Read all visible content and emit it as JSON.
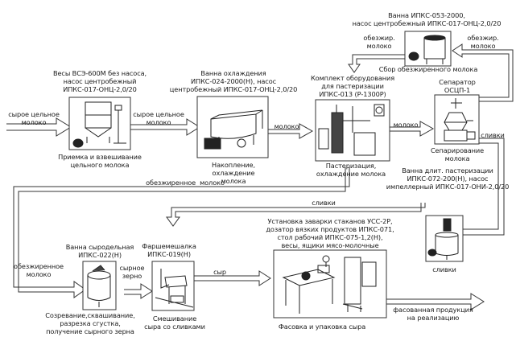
{
  "diagram": {
    "colors": {
      "line": "#333333",
      "arrow_fill": "#ffffff",
      "background": "#ffffff"
    },
    "stations": [
      {
        "id": "reception",
        "equipment": [
          "Весы ВСЭ-600М без насоса,",
          "насос центробежный",
          "ИПКС-017-ОНЦ-2,0/20"
        ],
        "process": [
          "Приемка и взвешивание",
          "цельного молока"
        ],
        "icon": "scale-tank-icon"
      },
      {
        "id": "cooling",
        "equipment": [
          "Ванна охлаждения",
          "ИПКС-024-2000(Н), насос",
          "центробежный ИПКС-017-ОНЦ-2,0/20"
        ],
        "process": [
          "Накопление,",
          "охлаждение",
          "молока"
        ],
        "icon": "cooling-bath-icon"
      },
      {
        "id": "pasteurization",
        "equipment": [
          "Комплект оборудования",
          "для пастеризации",
          "ИПКС-013 (Р-1300Р)"
        ],
        "process": [
          "Пастеризация,",
          "охлаждение молока"
        ],
        "icon": "pasteurizer-icon"
      },
      {
        "id": "separator",
        "equipment": [
          "Сепаратор",
          "ОСЦП-1"
        ],
        "process": [
          "Сепарирование",
          "молока"
        ],
        "icon": "separator-icon"
      },
      {
        "id": "skim-collection",
        "equipment": [
          "Ванна ИПКС-053-2000,",
          "насос центробежный ИПКС-017-ОНЦ-2,0/20"
        ],
        "process": [
          "Сбор обезжиренного молока"
        ],
        "icon": "storage-tank-icon"
      },
      {
        "id": "cream-pasteurization",
        "equipment": [
          "Ванна длит. пастеризации",
          "ИПКС-072-200(Н), насос",
          "импеллерный ИПКС-017-ОНИ-2,0/20"
        ],
        "process": [
          "сливки"
        ],
        "icon": "pasteurization-tank-icon"
      },
      {
        "id": "cheese-vat",
        "equipment": [
          "Ванна сыродельная",
          "ИПКС-022(Н)"
        ],
        "process": [
          "Созревание,сквашивание,",
          "разрезка сгустка,",
          "получение сырного зерна"
        ],
        "icon": "cheese-vat-icon"
      },
      {
        "id": "mixer",
        "equipment": [
          "Фаршемешалка",
          "ИПКС-019(Н)"
        ],
        "process": [
          "Смешивание",
          "сыра со сливками"
        ],
        "icon": "mixer-icon"
      },
      {
        "id": "packing",
        "equipment": [
          "Установка заварки стаканов УСС-2Р,",
          "дозатор вязких продуктов ИПКС-071,",
          "стол рабочий ИПКС-075-1,2(Н),",
          "весы, ящики мясо-молочные"
        ],
        "process": [
          "Фасовка и упаковка сыра"
        ],
        "icon": "packing-line-icon"
      }
    ],
    "flows": {
      "input": [
        "сырое цельное",
        "молоко"
      ],
      "reception_to_cooling": [
        "сырое цельное",
        "молоко"
      ],
      "cooling_to_pasteurization": "молоко",
      "pasteurization_to_separator": "молоко",
      "separator_to_skim_collection": [
        "обезжир.",
        "молоко"
      ],
      "skim_collection_to_pasteurization": [
        "обезжир.",
        "молоко"
      ],
      "separator_to_cream": "сливки",
      "pasteurization_to_cheese_vat_top": "обезжиренное  молоко",
      "cheese_vat_input": [
        "обезжиренное",
        "молоко"
      ],
      "cream_to_mixer": "сливки",
      "vat_to_mixer": [
        "сырное",
        "зерно"
      ],
      "mixer_to_packing": "сыр",
      "output": [
        "фасованная продукция",
        "на реализацию"
      ]
    }
  }
}
